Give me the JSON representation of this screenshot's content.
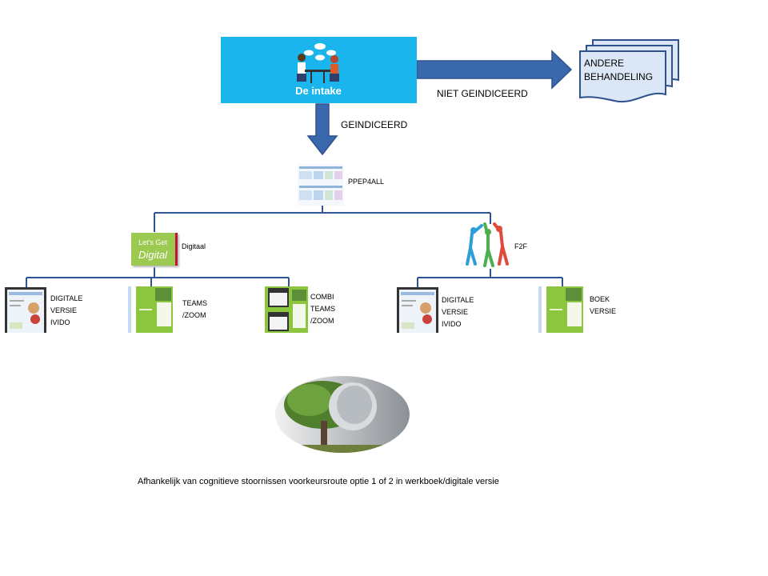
{
  "intake": {
    "title": "De intake"
  },
  "edges": {
    "not_indicated": "NIET GEINDICEERD",
    "indicated": "GEINDICEERD"
  },
  "other_treatment": {
    "label": "ANDERE\nBEHANDELING"
  },
  "program": {
    "label": "PPEP4ALL"
  },
  "branches": [
    {
      "label": "Digitaal",
      "logo_text": "Let's Get\nDigital"
    },
    {
      "label": "F2F"
    }
  ],
  "options": [
    {
      "label": "DIGITALE\nVERSIE\nIVIDO"
    },
    {
      "label": "TEAMS\n/ZOOM"
    },
    {
      "label": "COMBI\nTEAMS\n/ZOOM"
    },
    {
      "label": "DIGITALE\nVERSIE\nIVIDO"
    },
    {
      "label": "BOEK\nVERSIE"
    }
  ],
  "caption": "Afhankelijk van cognitieve stoornissen voorkeursroute optie 1 of 2  in werkboek/digitale versie",
  "colors": {
    "intake_bg": "#1ab5ec",
    "arrow": "#3a68ad",
    "arrow_stroke": "#2f528f",
    "doc_fill": "#dbe7f6",
    "line": "#2f5597",
    "green": "#8cc63f"
  }
}
